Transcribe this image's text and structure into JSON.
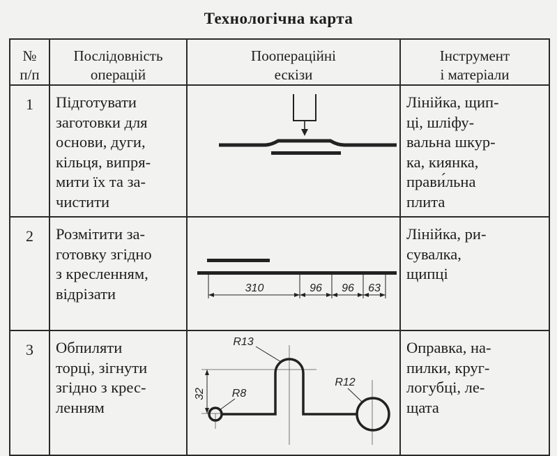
{
  "title": "Технологічна карта",
  "headers": {
    "num": "№\nп/п",
    "ops": "Послідовність\nоперацій",
    "sketch": "Поопераційні\nескізи",
    "tools": "Інструмент\nі матеріали"
  },
  "rows": [
    {
      "num": "1",
      "ops": "Підготувати\nзаготовки для\nоснови, дуги,\nкільця, випря-\nмити їх та за-\nчистити",
      "tools": "Лінійка, щип-\nці, шліфу-\nвальна шкур-\nка, киянка,\nправи́льна\nплита"
    },
    {
      "num": "2",
      "ops": "Розмітити за-\nготовку згідно\nз кресленням,\nвідрізати",
      "tools": "Лінійка, ри-\nсувалка,\nщипці",
      "dims": [
        "310",
        "96",
        "96",
        "63"
      ]
    },
    {
      "num": "3",
      "ops": "Обпиляти\nторці, зігнути\nзгідно з крес-\nленням",
      "tools": "Оправка, на-\nпилки, круг-\nлогубці, ле-\nщата",
      "labels": {
        "r13": "R13",
        "r12": "R12",
        "r8": "R8",
        "h32": "32"
      }
    }
  ]
}
